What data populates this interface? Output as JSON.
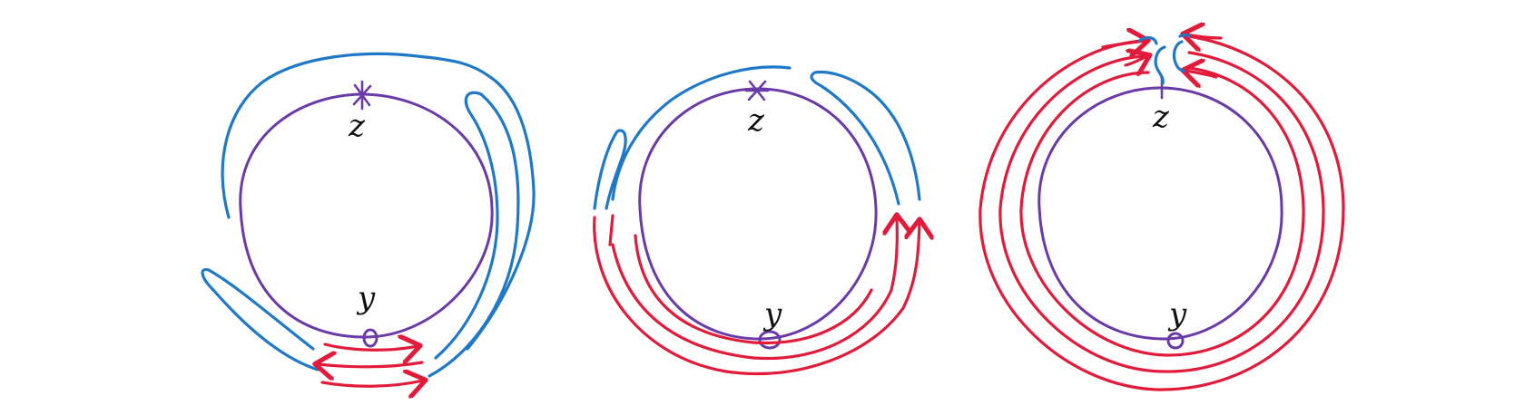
{
  "colors": {
    "purple": "#6a3aa8",
    "blue": "#1f78c8",
    "red": "#e31b3a",
    "label": "#111111"
  },
  "panels": [
    {
      "top_label": "z",
      "bottom_label": "y"
    },
    {
      "top_label": "z",
      "bottom_label": "y"
    },
    {
      "top_label": "z",
      "bottom_label": "y"
    }
  ]
}
